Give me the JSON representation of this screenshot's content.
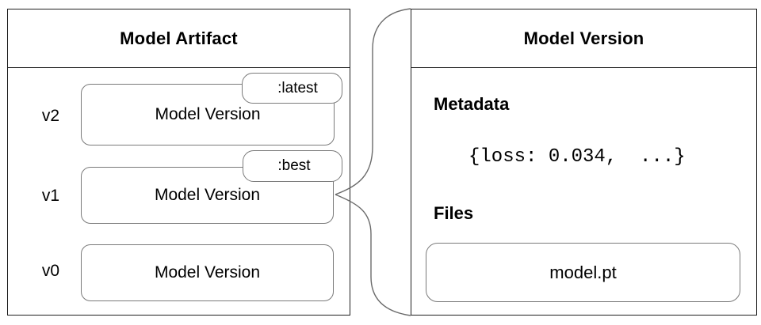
{
  "artifact_panel": {
    "title": "Model Artifact",
    "versions": [
      {
        "label": "v2",
        "box_label": "Model Version",
        "tag": ":latest"
      },
      {
        "label": "v1",
        "box_label": "Model Version",
        "tag": ":best"
      },
      {
        "label": "v0",
        "box_label": "Model Version",
        "tag": ""
      }
    ]
  },
  "detail_panel": {
    "title": "Model Version",
    "metadata_heading": "Metadata",
    "metadata_value": "{loss: 0.034,  ...}",
    "files_heading": "Files",
    "file_name": "model.pt"
  },
  "colors": {
    "background": "#ffffff",
    "panel_border": "#1f1f1f",
    "box_border": "#7a7a7a",
    "connector_line": "#6b6b6b",
    "text": "#000000"
  }
}
